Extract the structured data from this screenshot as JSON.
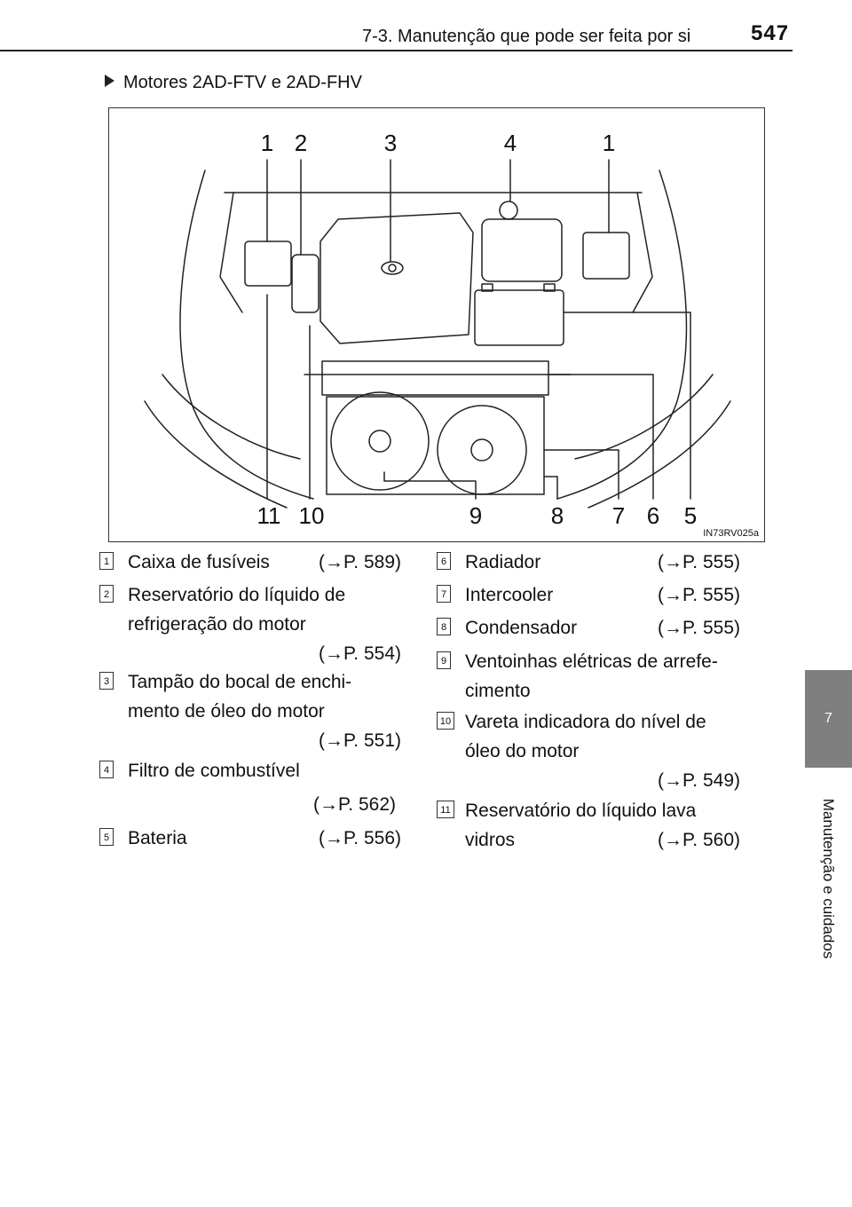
{
  "header": {
    "section": "7-3. Manutenção que pode ser feita por si",
    "page_number": "547"
  },
  "side_tab": {
    "chapter_number": "7",
    "chapter_title": "Manutenção e cuidados"
  },
  "section_heading": "Motores 2AD-FTV e 2AD-FHV",
  "figure": {
    "code": "IN73RV025a",
    "callouts_top": [
      "1",
      "2",
      "3",
      "4",
      "1"
    ],
    "callouts_bottom": [
      "11",
      "10",
      "9",
      "8",
      "7",
      "6",
      "5"
    ]
  },
  "legend_left": [
    {
      "num": "1",
      "lines": [
        "Caixa de fusíveis"
      ],
      "ref": "(→P. 589)"
    },
    {
      "num": "2",
      "lines": [
        "Reservatório do líquido de",
        "refrigeração do motor"
      ],
      "ref": "(→P. 554)"
    },
    {
      "num": "3",
      "lines": [
        "Tampão do bocal de enchi-",
        "mento de óleo do motor"
      ],
      "ref": "(→P. 551)"
    },
    {
      "num": "4",
      "lines": [
        "Filtro de combustível"
      ],
      "ref": "(→P. 562)"
    },
    {
      "num": "5",
      "lines": [
        "Bateria"
      ],
      "ref": "(→P. 556)"
    }
  ],
  "legend_right": [
    {
      "num": "6",
      "lines": [
        "Radiador"
      ],
      "ref": "(→P. 555)"
    },
    {
      "num": "7",
      "lines": [
        "Intercooler"
      ],
      "ref": "(→P. 555)"
    },
    {
      "num": "8",
      "lines": [
        "Condensador"
      ],
      "ref": "(→P. 555)"
    },
    {
      "num": "9",
      "lines": [
        "Ventoinhas elétricas de arrefe-",
        "cimento"
      ],
      "ref": ""
    },
    {
      "num": "10",
      "lines": [
        "Vareta indicadora do nível de",
        "óleo do motor"
      ],
      "ref": "(→P. 549)"
    },
    {
      "num": "11",
      "lines": [
        "Reservatório do líquido lava",
        "vidros"
      ],
      "ref": "(→P. 560)"
    }
  ]
}
